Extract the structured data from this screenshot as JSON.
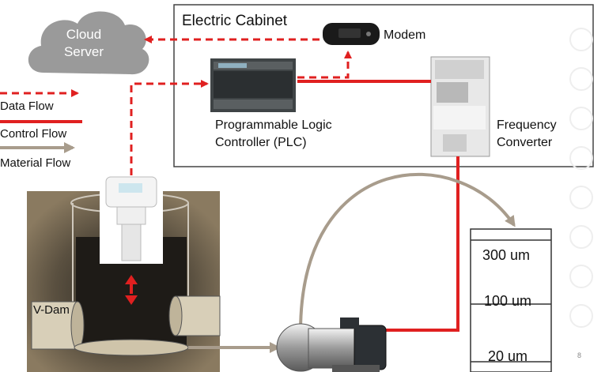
{
  "cloud": {
    "line1": "Cloud",
    "line2": "Server"
  },
  "cabinet": {
    "title": "Electric Cabinet"
  },
  "modem": {
    "label": "Modem"
  },
  "plc": {
    "line1": "Programmable Logic",
    "line2": "Controller (PLC)"
  },
  "converter": {
    "line1": "Frequency",
    "line2": "Converter"
  },
  "legend": {
    "data_flow": "Data Flow",
    "control_flow": "Control Flow",
    "material_flow": "Material Flow"
  },
  "channel": {
    "label": "V-Dam"
  },
  "filter": {
    "level_top": "300 um",
    "level_mid": "100 um",
    "level_bottom": "20 um"
  },
  "page_number": "8",
  "colors": {
    "data": "#e02020",
    "control": "#e02020",
    "material": "#a89c8c",
    "cloud": "#9a9a9a"
  }
}
